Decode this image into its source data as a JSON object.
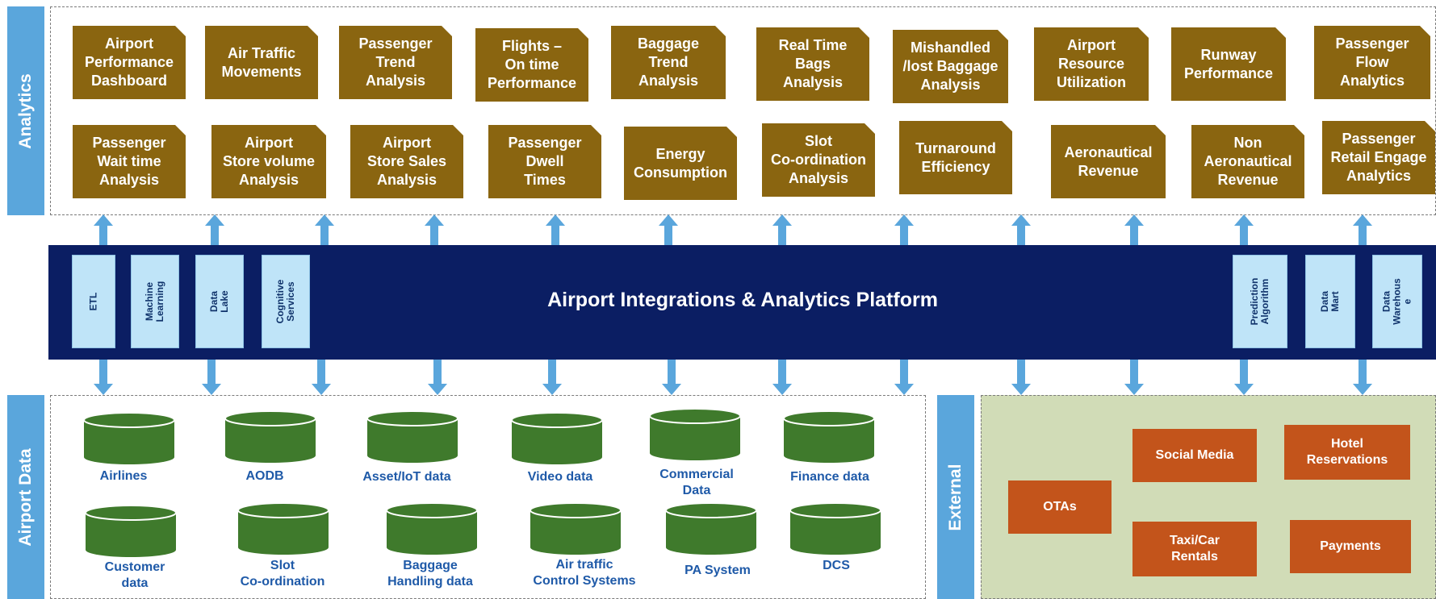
{
  "sections": {
    "analytics": "Analytics",
    "airport_data": "Airport Data",
    "external": "External"
  },
  "platform": {
    "title": "Airport Integrations & Analytics Platform",
    "left_tools": [
      "ETL",
      "Machine\nLearning",
      "Data Lake",
      "Cognitive\nServices"
    ],
    "right_tools": [
      "Prediction\nAlgorithm",
      "Data Mart",
      "Data\nWarehous\ne"
    ]
  },
  "analytics_row1": [
    "Airport\nPerformance\nDashboard",
    "Air Traffic\nMovements",
    "Passenger\nTrend\nAnalysis",
    "Flights –\nOn time\nPerformance",
    "Baggage\nTrend\nAnalysis",
    "Real Time\nBags\nAnalysis",
    "Mishandled\n/lost Baggage\nAnalysis",
    "Airport\nResource\nUtilization",
    "Runway\nPerformance",
    "Passenger\nFlow\nAnalytics"
  ],
  "analytics_row2": [
    "Passenger\nWait time\nAnalysis",
    "Airport\nStore volume\nAnalysis",
    "Airport\nStore Sales\nAnalysis",
    "Passenger\nDwell\nTimes",
    "Energy\nConsumption",
    "Slot\nCo-ordination\nAnalysis",
    "Turnaround\nEfficiency",
    "Aeronautical\nRevenue",
    "Non\nAeronautical\nRevenue",
    "Passenger\nRetail Engage\nAnalytics"
  ],
  "data_sources_row1": [
    "Airlines",
    "AODB",
    "Asset/IoT data",
    "Video data",
    "Commercial\nData",
    "Finance data"
  ],
  "data_sources_row2": [
    "Customer\ndata",
    "Slot\nCo-ordination",
    "Baggage\nHandling  data",
    "Air traffic\nControl Systems",
    "PA System",
    "DCS"
  ],
  "external_sources": [
    "OTAs",
    "Social Media",
    "Hotel\nReservations",
    "Taxi/Car\nRentals",
    "Payments"
  ],
  "colors": {
    "analytics_box": "#8a6510",
    "platform_band": "#0b1e63",
    "side_label": "#5aa6dc",
    "database": "#3f7a2c",
    "external_box": "#c3541b",
    "external_panel": "#d1dcb7",
    "arrow": "#5aa6dc"
  }
}
